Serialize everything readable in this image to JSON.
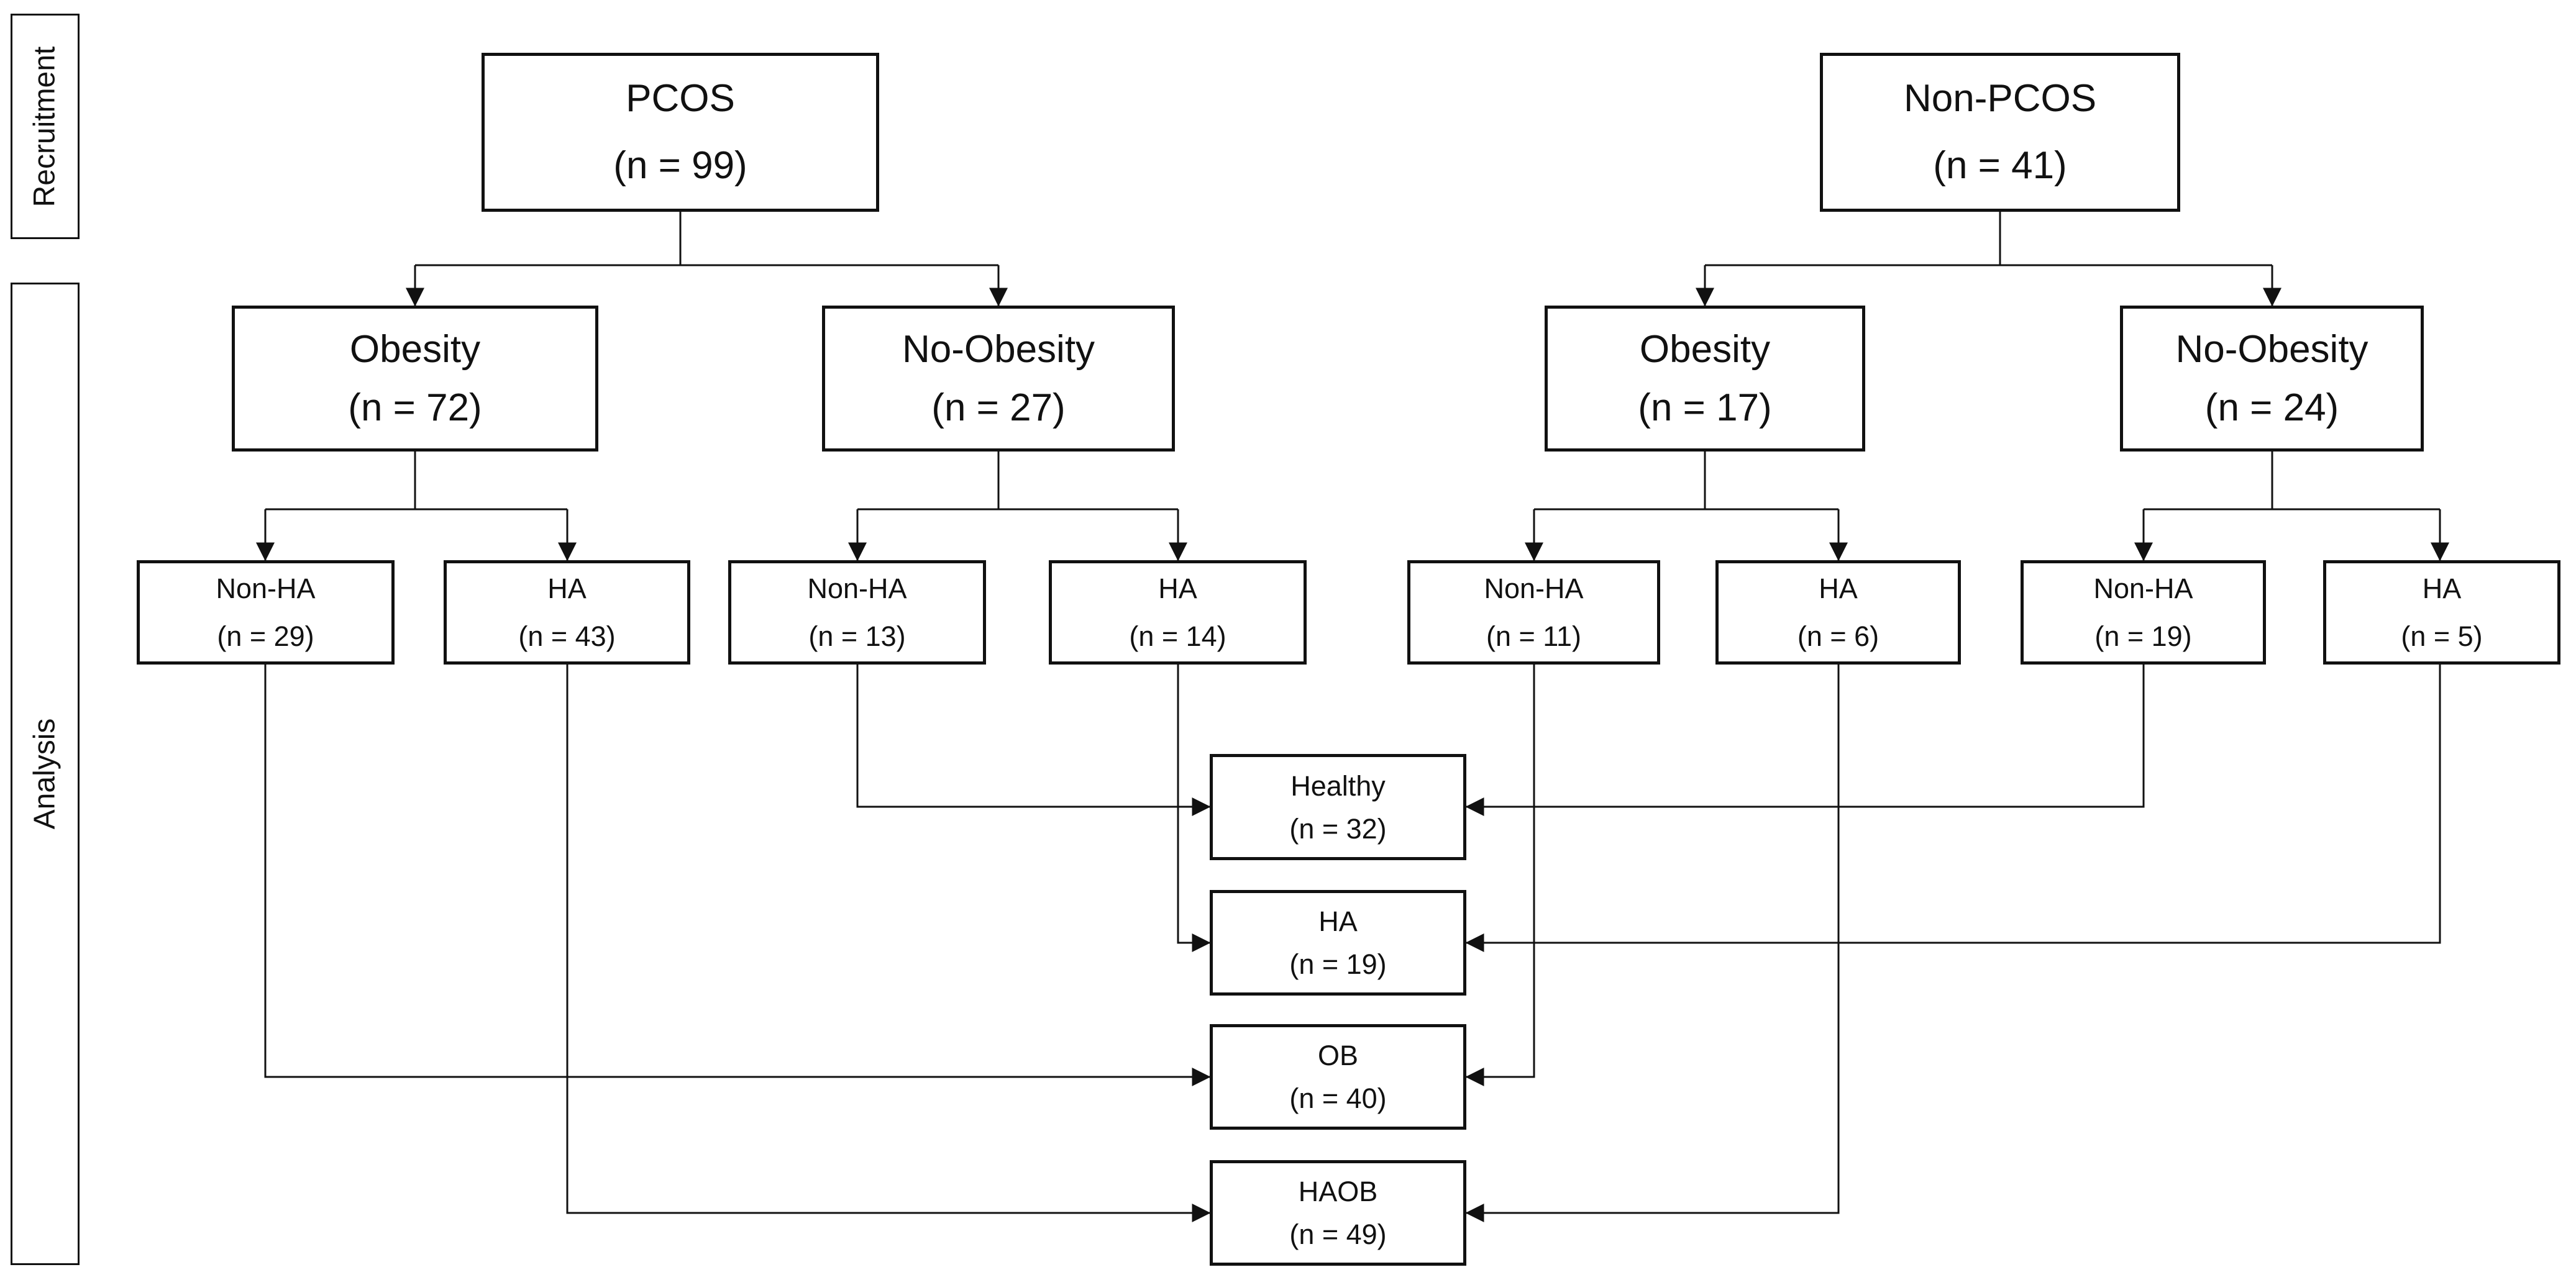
{
  "labels": {
    "recruitment": "Recruitment",
    "analysis": "Analysis"
  },
  "nodes": {
    "pcos": {
      "label": "PCOS",
      "count": "(n = 99)"
    },
    "non_pcos": {
      "label": "Non-PCOS",
      "count": "(n = 41)"
    },
    "pcos_obesity": {
      "label": "Obesity",
      "count": "(n = 72)"
    },
    "pcos_no_obesity": {
      "label": "No-Obesity",
      "count": "(n = 27)"
    },
    "non_pcos_obesity": {
      "label": "Obesity",
      "count": "(n = 17)"
    },
    "non_pcos_no_obesity": {
      "label": "No-Obesity",
      "count": "(n = 24)"
    },
    "pcos_obesity_non_ha": {
      "label": "Non-HA",
      "count": "(n = 29)"
    },
    "pcos_obesity_ha": {
      "label": "HA",
      "count": "(n = 43)"
    },
    "pcos_no_obesity_non_ha": {
      "label": "Non-HA",
      "count": "(n = 13)"
    },
    "pcos_no_obesity_ha": {
      "label": "HA",
      "count": "(n = 14)"
    },
    "non_pcos_obesity_non_ha": {
      "label": "Non-HA",
      "count": "(n = 11)"
    },
    "non_pcos_obesity_ha": {
      "label": "HA",
      "count": "(n = 6)"
    },
    "non_pcos_no_obesity_non_ha": {
      "label": "Non-HA",
      "count": "(n = 19)"
    },
    "non_pcos_no_obesity_ha": {
      "label": "HA",
      "count": "(n = 5)"
    },
    "group_healthy": {
      "label": "Healthy",
      "count": "(n = 32)"
    },
    "group_ha": {
      "label": "HA",
      "count": "(n = 19)"
    },
    "group_ob": {
      "label": "OB",
      "count": "(n = 40)"
    },
    "group_haob": {
      "label": "HAOB",
      "count": "(n = 49)"
    }
  },
  "colors": {
    "ink": "#111111",
    "background": "#ffffff"
  }
}
